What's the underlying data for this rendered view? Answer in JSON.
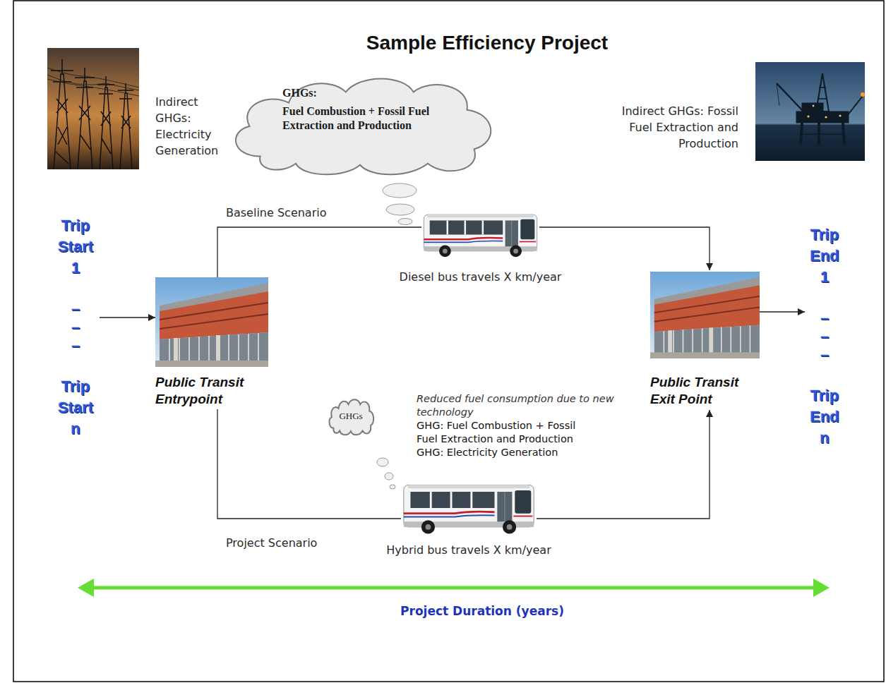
{
  "diagram": {
    "title": "Sample Efficiency Project",
    "nodes": [
      {
        "text": [
          "GHGs:",
          "Fuel Combustion + Fossil Fuel Extraction and Production"
        ]
      },
      {
        "text": [
          "Trip Start 1",
          "–",
          "–",
          "–",
          "Trip Start n"
        ]
      },
      {
        "text": [
          "Public Transit Entrypoint"
        ]
      },
      {
        "text": [
          "Diesel bus travels X km/year"
        ]
      },
      {
        "text": [
          "GHGs"
        ]
      },
      {
        "text": [
          "Hybrid bus travels X km/year"
        ]
      },
      {
        "text": [
          "Public Transit Exit Point"
        ]
      },
      {
        "text": [
          "Trip End 1",
          "–",
          "–",
          "–",
          "Trip End n"
        ]
      }
    ],
    "edges": [
      {
        "from": 1,
        "to": 2,
        "arrow": "to"
      },
      {
        "from": 2,
        "to": 3,
        "arrow": "none"
      },
      {
        "from": 3,
        "to": 6,
        "arrow": "to"
      },
      {
        "from": 2,
        "to": 5,
        "arrow": "none"
      },
      {
        "from": 5,
        "to": 6,
        "arrow": "to"
      },
      {
        "from": 6,
        "to": 7,
        "arrow": "to"
      }
    ],
    "labels": [
      "Indirect GHGs: Electricity Generation",
      "Indirect GHGs: Fossil Fuel Extraction and Production",
      "Baseline Scenario",
      "Reduced fuel consumption due to new technology",
      "GHG: Fuel Combustion + Fossil Fuel Extraction and Production",
      "GHG: Electricity Generation",
      "Project Scenario",
      "Project Duration (years)"
    ]
  }
}
